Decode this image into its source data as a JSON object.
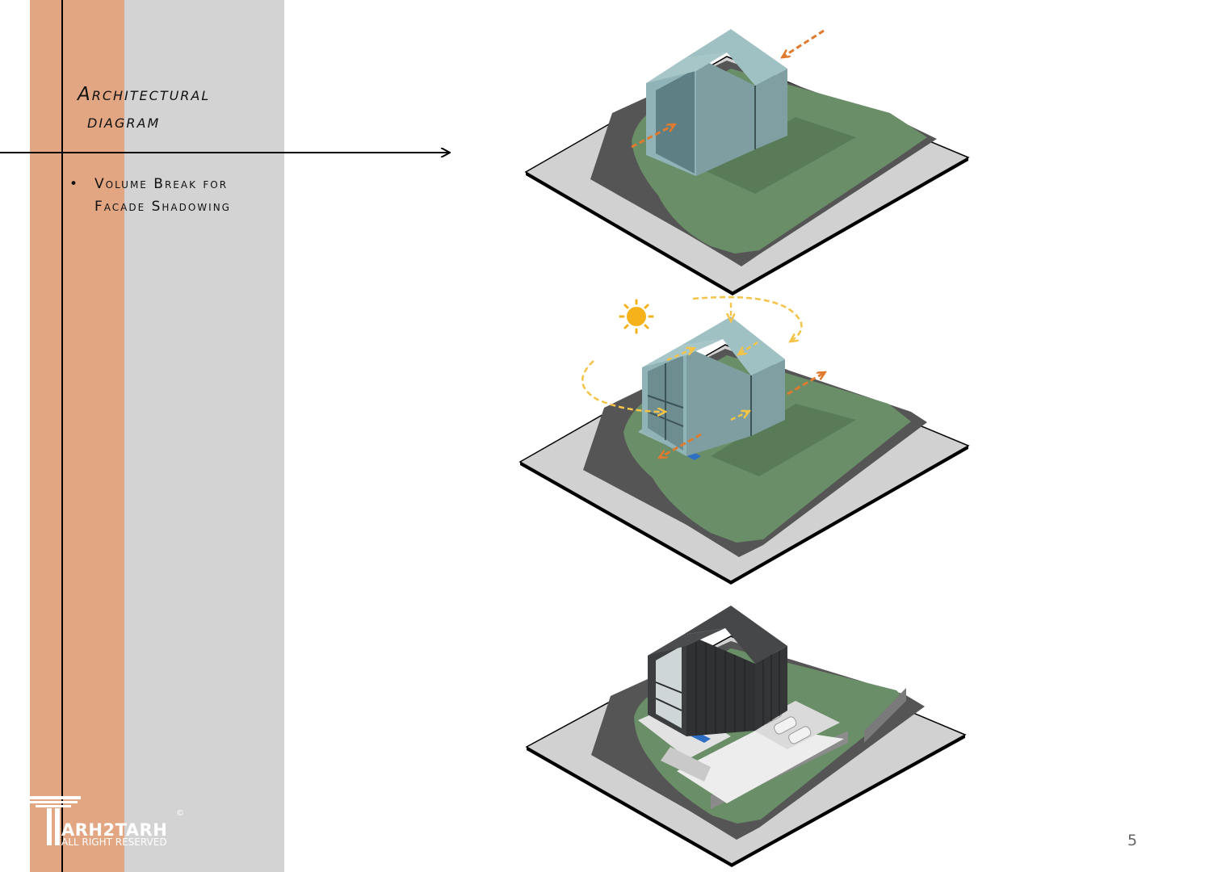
{
  "title": {
    "line1": "Architectural",
    "line2": "diagram"
  },
  "bullet": {
    "line1": "Volume Break for",
    "line2": "Facade Shadowing"
  },
  "page_number": "5",
  "logo": {
    "brand": "ARH2TARH",
    "sub": "ALL RIGHT RESERVED",
    "copyright": "©"
  },
  "colors": {
    "accent_orange": "#E2A683",
    "sidebar_gray": "#D3D3D3",
    "grass": "#6A8E67",
    "road": "#555555",
    "slab": "#D1D1D1",
    "volume": "#8FB3B6",
    "arrow_orange": "#E07A2F",
    "arrow_yellow": "#F4C44A",
    "sun": "#F5B21B",
    "cladding": "#3B3D3F"
  },
  "icons": [
    "sun-icon",
    "wind-arrow-icon",
    "sun-path-arrow-icon",
    "t-column-logo-icon"
  ]
}
